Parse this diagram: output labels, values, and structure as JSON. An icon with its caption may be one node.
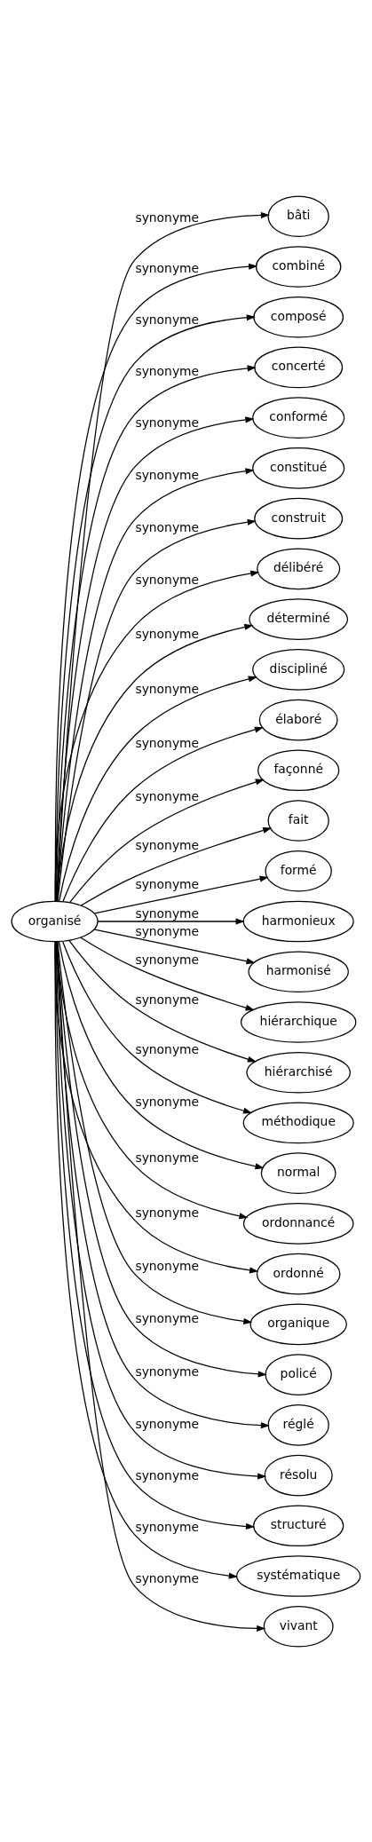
{
  "diagram": {
    "nodes": [
      {
        "text": [
          "organisé"
        ]
      },
      {
        "text": [
          "bâti"
        ]
      },
      {
        "text": [
          "combiné"
        ]
      },
      {
        "text": [
          "composé"
        ]
      },
      {
        "text": [
          "concerté"
        ]
      },
      {
        "text": [
          "conformé"
        ]
      },
      {
        "text": [
          "constitué"
        ]
      },
      {
        "text": [
          "construit"
        ]
      },
      {
        "text": [
          "délibéré"
        ]
      },
      {
        "text": [
          "déterminé"
        ]
      },
      {
        "text": [
          "discipliné"
        ]
      },
      {
        "text": [
          "élaboré"
        ]
      },
      {
        "text": [
          "façonné"
        ]
      },
      {
        "text": [
          "fait"
        ]
      },
      {
        "text": [
          "formé"
        ]
      },
      {
        "text": [
          "harmonieux"
        ]
      },
      {
        "text": [
          "harmonisé"
        ]
      },
      {
        "text": [
          "hiérarchique"
        ]
      },
      {
        "text": [
          "hiérarchisé"
        ]
      },
      {
        "text": [
          "méthodique"
        ]
      },
      {
        "text": [
          "normal"
        ]
      },
      {
        "text": [
          "ordonnancé"
        ]
      },
      {
        "text": [
          "ordonné"
        ]
      },
      {
        "text": [
          "organique"
        ]
      },
      {
        "text": [
          "policé"
        ]
      },
      {
        "text": [
          "réglé"
        ]
      },
      {
        "text": [
          "résolu"
        ]
      },
      {
        "text": [
          "structuré"
        ]
      },
      {
        "text": [
          "systématique"
        ]
      },
      {
        "text": [
          "vivant"
        ]
      }
    ],
    "edges": [
      {
        "from": 0,
        "to": 1,
        "arrow": "to",
        "label": "synonyme"
      },
      {
        "from": 0,
        "to": 2,
        "arrow": "to",
        "label": "synonyme"
      },
      {
        "from": 0,
        "to": 3,
        "arrow": "to",
        "label": "synonyme"
      },
      {
        "from": 0,
        "to": 4,
        "arrow": "to",
        "label": "synonyme"
      },
      {
        "from": 0,
        "to": 5,
        "arrow": "to",
        "label": "synonyme"
      },
      {
        "from": 0,
        "to": 6,
        "arrow": "to",
        "label": "synonyme"
      },
      {
        "from": 0,
        "to": 7,
        "arrow": "to",
        "label": "synonyme"
      },
      {
        "from": 0,
        "to": 8,
        "arrow": "to",
        "label": "synonyme"
      },
      {
        "from": 0,
        "to": 9,
        "arrow": "to",
        "label": "synonyme"
      },
      {
        "from": 0,
        "to": 10,
        "arrow": "to",
        "label": "synonyme"
      },
      {
        "from": 0,
        "to": 11,
        "arrow": "to",
        "label": "synonyme"
      },
      {
        "from": 0,
        "to": 12,
        "arrow": "to",
        "label": "synonyme"
      },
      {
        "from": 0,
        "to": 13,
        "arrow": "to",
        "label": "synonyme"
      },
      {
        "from": 0,
        "to": 14,
        "arrow": "to",
        "label": "synonyme"
      },
      {
        "from": 0,
        "to": 15,
        "arrow": "to",
        "label": "synonyme"
      },
      {
        "from": 0,
        "to": 16,
        "arrow": "to",
        "label": "synonyme"
      },
      {
        "from": 0,
        "to": 17,
        "arrow": "to",
        "label": "synonyme"
      },
      {
        "from": 0,
        "to": 18,
        "arrow": "to",
        "label": "synonyme"
      },
      {
        "from": 0,
        "to": 19,
        "arrow": "to",
        "label": "synonyme"
      },
      {
        "from": 0,
        "to": 20,
        "arrow": "to",
        "label": "synonyme"
      },
      {
        "from": 0,
        "to": 21,
        "arrow": "to",
        "label": "synonyme"
      },
      {
        "from": 0,
        "to": 22,
        "arrow": "to",
        "label": "synonyme"
      },
      {
        "from": 0,
        "to": 23,
        "arrow": "to",
        "label": "synonyme"
      },
      {
        "from": 0,
        "to": 24,
        "arrow": "to",
        "label": "synonyme"
      },
      {
        "from": 0,
        "to": 25,
        "arrow": "to",
        "label": "synonyme"
      },
      {
        "from": 0,
        "to": 26,
        "arrow": "to",
        "label": "synonyme"
      },
      {
        "from": 0,
        "to": 27,
        "arrow": "to",
        "label": "synonyme"
      },
      {
        "from": 0,
        "to": 28,
        "arrow": "to",
        "label": "synonyme"
      },
      {
        "from": 0,
        "to": 29,
        "arrow": "to",
        "label": "synonyme"
      }
    ]
  }
}
